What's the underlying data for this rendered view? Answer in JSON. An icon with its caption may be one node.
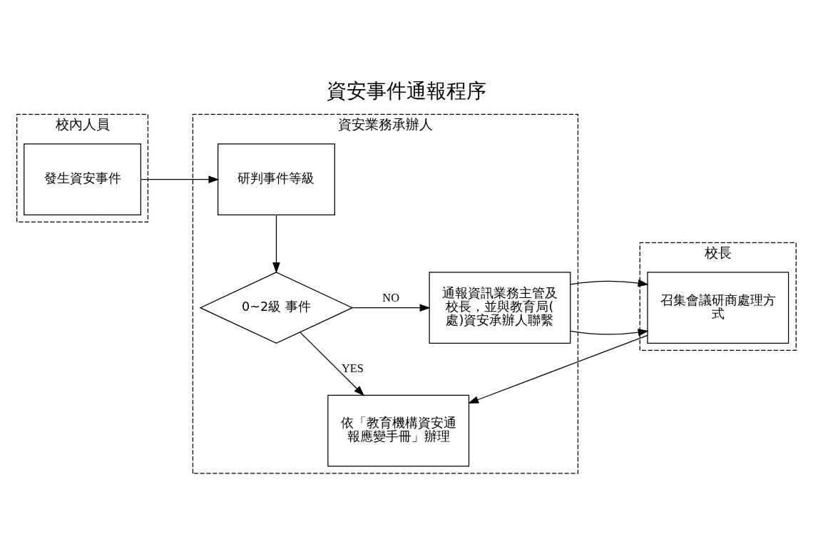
{
  "diagram": {
    "title": "資安事件通報程序",
    "nodes": [
      {
        "text": [
          "校內人員"
        ]
      },
      {
        "text": [
          "發生資安事件"
        ],
        "in": 0
      },
      {
        "text": [
          "資安業務承辦人"
        ]
      },
      {
        "text": [
          "研判事件等級"
        ],
        "in": 2
      },
      {
        "text": [
          "0~2級 事件"
        ],
        "in": 2
      },
      {
        "text": [
          "通報資訊業務主管及校長，並與教育局(處)資安承辦人聯繫"
        ],
        "in": 2
      },
      {
        "text": [
          "依「教育機構資安通報應變手冊」辦理"
        ],
        "in": 2
      },
      {
        "text": [
          "校長"
        ]
      },
      {
        "text": [
          "召集會議研商處理方式"
        ],
        "in": 7
      }
    ],
    "edges": [
      {
        "from": 1,
        "to": 3,
        "arrow": "to"
      },
      {
        "from": 3,
        "to": 4,
        "arrow": "to"
      },
      {
        "from": 4,
        "to": 5,
        "arrow": "to",
        "label": "NO"
      },
      {
        "from": 4,
        "to": 6,
        "arrow": "to",
        "label": "YES"
      },
      {
        "from": 5,
        "to": 8,
        "arrow": "to"
      },
      {
        "from": 8,
        "to": 6,
        "arrow": "to"
      }
    ]
  }
}
